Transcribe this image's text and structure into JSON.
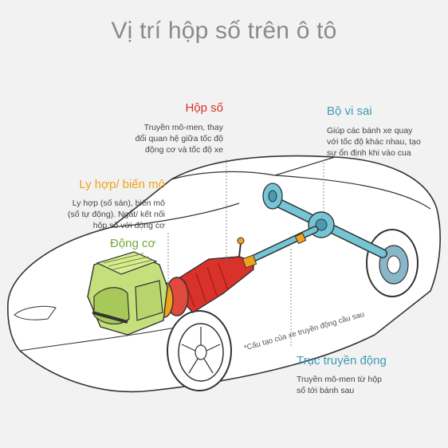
{
  "title": "Vị trí hộp số trên ô tô",
  "labels": {
    "hop_so": {
      "title": "Hộp số",
      "lines": [
        "Truyền mô-men, thay",
        "đổi quan hệ giữa tốc độ",
        "động cơ và tốc độ xe"
      ]
    },
    "bo_vi_sai": {
      "title": "Bộ vi sai",
      "lines": [
        "Giúp các bánh xe quay",
        "với tốc độ khác nhau, tạo",
        "sự ổn định khi vào cua"
      ]
    },
    "ly_hop": {
      "title": "Ly hợp/ biến mô",
      "lines": [
        "Ly hợp (số sàn), biến mô",
        "(số tự động). Ngắt/ kết nối",
        "hộp số với động cơ"
      ]
    },
    "dong_co": {
      "title": "Động cơ"
    },
    "truc_truyen_dong": {
      "title": "Trục truyền động",
      "lines": [
        "Truyền mô-men từ hộp",
        "số tới bánh sau"
      ]
    }
  },
  "note": "*Cấu tạo của xe truyền động cầu sau",
  "colors": {
    "hop_so": "#d9322b",
    "bo_vi_sai": "#3e9bb5",
    "ly_hop": "#f0a21c",
    "dong_co": "#79a93d",
    "truc_truyen_dong": "#3e9bb5",
    "title": "#8a8a8a"
  }
}
